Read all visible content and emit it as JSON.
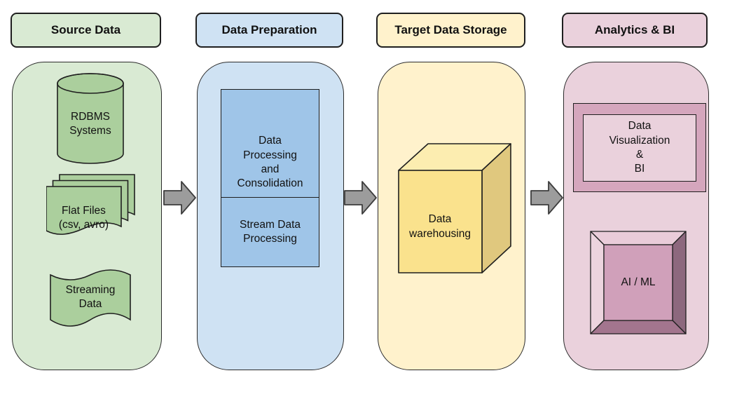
{
  "columns": [
    {
      "id": "source-data",
      "header": "Source Data",
      "colors": {
        "header_fill": "#d9ead3",
        "container_fill": "#d9ead3",
        "shape_fill": "#abcf9d"
      },
      "shapes": [
        {
          "type": "cylinder",
          "label": "RDBMS\nSystems"
        },
        {
          "type": "document-stack",
          "label": "Flat Files\n(csv, avro)"
        },
        {
          "type": "tape",
          "label": "Streaming\nData"
        }
      ]
    },
    {
      "id": "data-preparation",
      "header": "Data Preparation",
      "colors": {
        "header_fill": "#cfe2f3",
        "container_fill": "#cfe2f3",
        "shape_fill": "#9fc5e8"
      },
      "shapes": [
        {
          "type": "rect",
          "label": "Data\nProcessing\nand\nConsolidation"
        },
        {
          "type": "rect",
          "label": "Stream Data\nProcessing"
        }
      ]
    },
    {
      "id": "target-data-storage",
      "header": "Target Data Storage",
      "colors": {
        "header_fill": "#fff2cc",
        "container_fill": "#fff2cc",
        "cube_front": "#fae28d",
        "cube_top": "#fcedb0",
        "cube_side": "#e0c87e"
      },
      "shapes": [
        {
          "type": "cube",
          "label": "Data\nwarehousing"
        }
      ]
    },
    {
      "id": "analytics-bi",
      "header": "Analytics & BI",
      "colors": {
        "header_fill": "#ead1dc",
        "container_fill": "#ead1dc",
        "frame_ring": "#d5a6bd",
        "frame_inner": "#ead1dc",
        "bevel_center": "#d0a0ba",
        "bevel_top": "#e9ccd9",
        "bevel_left": "#ecd4de",
        "bevel_right": "#8d687e",
        "bevel_bottom": "#a3758e"
      },
      "shapes": [
        {
          "type": "framed-rect",
          "label": "Data\nVisualization\n&\nBI"
        },
        {
          "type": "beveled-frame",
          "label": "AI / ML"
        }
      ]
    }
  ],
  "arrows": {
    "fill": "#9c9c9c",
    "stroke": "#3d3d3d"
  },
  "styles": {
    "shape_stroke": "#1f1f1f",
    "text_color": "#111111"
  }
}
